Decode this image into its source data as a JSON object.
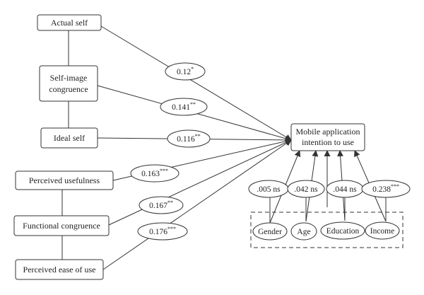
{
  "nodes": {
    "actual_self": "Actual self",
    "self_image_line1": "Self-image",
    "self_image_line2": "congruence",
    "ideal_self": "Ideal self",
    "perceived_usefulness": "Perceived usefulness",
    "functional_congruence": "Functional congruence",
    "perceived_ease": "Perceived ease of use",
    "outcome_line1": "Mobile application",
    "outcome_line2": "intention to use"
  },
  "paths": {
    "actual_self": {
      "value": "0.12",
      "sig": "*"
    },
    "self_image": {
      "value": "0.141",
      "sig": "**"
    },
    "ideal_self": {
      "value": "0.116",
      "sig": "**"
    },
    "perceived_usefulness": {
      "value": "0.163",
      "sig": "***"
    },
    "functional_congruence": {
      "value": "0.167",
      "sig": "**"
    },
    "perceived_ease": {
      "value": "0.176",
      "sig": "***"
    }
  },
  "controls": {
    "gender": {
      "label": "Gender",
      "coef": ".005 ns"
    },
    "age": {
      "label": "Age",
      "coef": ".042 ns"
    },
    "education": {
      "label": "Education",
      "coef": ".044 ns"
    },
    "income": {
      "label": "Income",
      "coef": "0.238",
      "sig": "***"
    }
  }
}
